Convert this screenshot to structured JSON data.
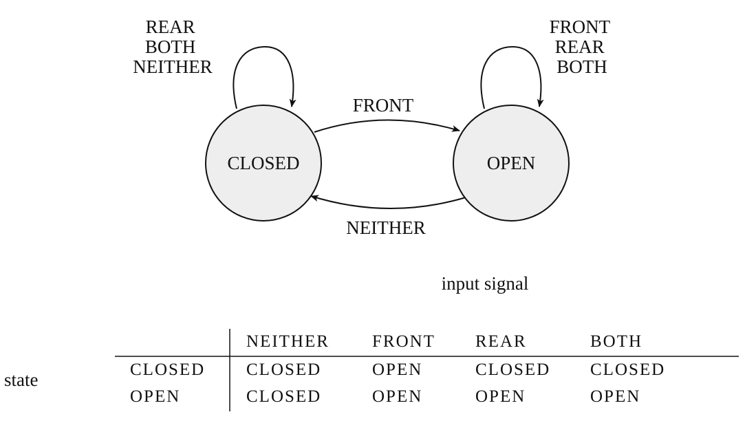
{
  "states": {
    "closed": "CLOSED",
    "open": "OPEN"
  },
  "transitions": {
    "closed_self": [
      "REAR",
      "BOTH",
      "NEITHER"
    ],
    "open_self": [
      "FRONT",
      "REAR",
      "BOTH"
    ],
    "closed_to_open": "FRONT",
    "open_to_closed": "NEITHER"
  },
  "table": {
    "column_axis_label": "input signal",
    "row_axis_label": "state",
    "columns": [
      "NEITHER",
      "FRONT",
      "REAR",
      "BOTH"
    ],
    "rows": [
      {
        "state": "CLOSED",
        "cells": [
          "CLOSED",
          "OPEN",
          "CLOSED",
          "CLOSED"
        ]
      },
      {
        "state": "OPEN",
        "cells": [
          "CLOSED",
          "OPEN",
          "OPEN",
          "OPEN"
        ]
      }
    ]
  },
  "colors": {
    "state_fill": "#eeeeee",
    "stroke": "#111111"
  }
}
